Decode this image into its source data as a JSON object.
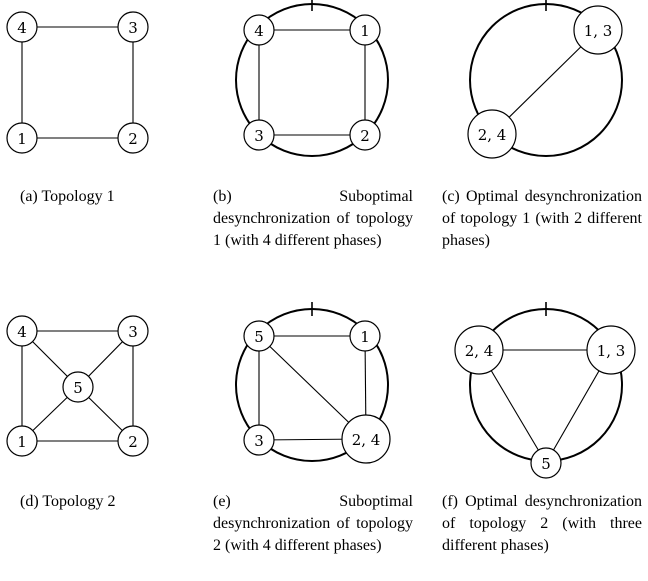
{
  "colors": {
    "stroke": "#000000",
    "fill": "#ffffff"
  },
  "panels": [
    {
      "id": "a",
      "nodes": [
        {
          "id": "1",
          "label": "1"
        },
        {
          "id": "2",
          "label": "2"
        },
        {
          "id": "3",
          "label": "3"
        },
        {
          "id": "4",
          "label": "4"
        }
      ],
      "edges": [
        [
          "4",
          "3"
        ],
        [
          "3",
          "2"
        ],
        [
          "2",
          "1"
        ],
        [
          "1",
          "4"
        ]
      ],
      "caption": "(a) Topology 1"
    },
    {
      "id": "b",
      "nodes": [
        {
          "id": "4",
          "label": "4"
        },
        {
          "id": "1",
          "label": "1"
        },
        {
          "id": "3",
          "label": "3"
        },
        {
          "id": "2",
          "label": "2"
        }
      ],
      "edges": [
        [
          "4",
          "1"
        ],
        [
          "1",
          "2"
        ],
        [
          "2",
          "3"
        ],
        [
          "3",
          "4"
        ]
      ],
      "caption": "(b) Suboptimal desynchronization of topology 1 (with 4 different phases)"
    },
    {
      "id": "c",
      "nodes": [
        {
          "id": "13",
          "label": "1, 3"
        },
        {
          "id": "24",
          "label": "2, 4"
        }
      ],
      "edges": [
        [
          "13",
          "24"
        ]
      ],
      "caption": "(c) Optimal desynchronization of topology 1 (with 2 different phases)"
    },
    {
      "id": "d",
      "nodes": [
        {
          "id": "1",
          "label": "1"
        },
        {
          "id": "2",
          "label": "2"
        },
        {
          "id": "3",
          "label": "3"
        },
        {
          "id": "4",
          "label": "4"
        },
        {
          "id": "5",
          "label": "5"
        }
      ],
      "edges": [
        [
          "4",
          "3"
        ],
        [
          "3",
          "2"
        ],
        [
          "2",
          "1"
        ],
        [
          "1",
          "4"
        ],
        [
          "4",
          "5"
        ],
        [
          "3",
          "5"
        ],
        [
          "2",
          "5"
        ],
        [
          "1",
          "5"
        ]
      ],
      "caption": "(d) Topology 2"
    },
    {
      "id": "e",
      "nodes": [
        {
          "id": "5",
          "label": "5"
        },
        {
          "id": "1",
          "label": "1"
        },
        {
          "id": "3",
          "label": "3"
        },
        {
          "id": "24",
          "label": "2, 4"
        }
      ],
      "edges": [
        [
          "5",
          "1"
        ],
        [
          "1",
          "24"
        ],
        [
          "24",
          "3"
        ],
        [
          "3",
          "5"
        ],
        [
          "5",
          "24"
        ]
      ],
      "caption": "(e) Suboptimal desynchronization of topology 2 (with 4 different phases)"
    },
    {
      "id": "f",
      "nodes": [
        {
          "id": "24",
          "label": "2, 4"
        },
        {
          "id": "13",
          "label": "1, 3"
        },
        {
          "id": "5",
          "label": "5"
        }
      ],
      "edges": [
        [
          "24",
          "13"
        ],
        [
          "13",
          "5"
        ],
        [
          "5",
          "24"
        ]
      ],
      "caption": "(f) Optimal desynchronization of topology 2 (with three different phases)"
    }
  ]
}
